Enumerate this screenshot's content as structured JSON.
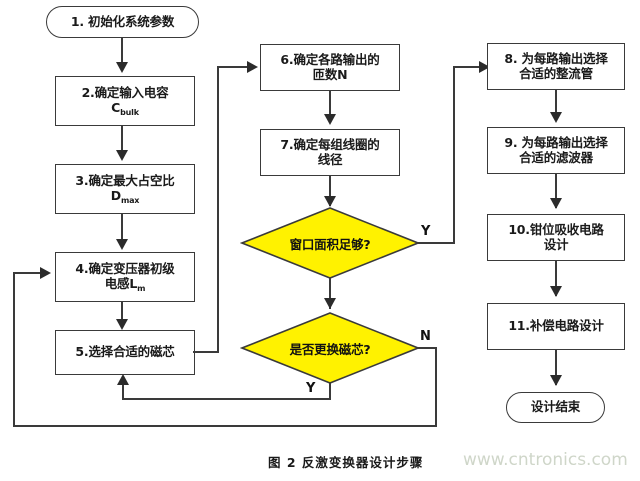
{
  "figure": {
    "caption": "图 2 反激变换器设计步骤",
    "watermark": "www.cntronics.com",
    "fill_decision": "#FFF200",
    "stroke": "#3a3a3a"
  },
  "nodes": {
    "start": {
      "id": "start",
      "shape": "terminator",
      "label": "1. 初始化系统参数"
    },
    "step2": {
      "id": "2",
      "shape": "process",
      "line1": "2.确定输入电容",
      "line2": "C",
      "sub2": "bulk"
    },
    "step3": {
      "id": "3",
      "shape": "process",
      "line1": "3.确定最大占空比",
      "line2": "D",
      "sub2": "max"
    },
    "step4": {
      "id": "4",
      "shape": "process",
      "line1": "4.确定变压器初级",
      "line2": "电感L",
      "sub2": "m"
    },
    "step5": {
      "id": "5",
      "shape": "process",
      "line1": "5.选择合适的磁芯",
      "line2": "",
      "sub2": ""
    },
    "step6": {
      "id": "6",
      "shape": "process",
      "line1": "6.确定各路输出的",
      "line2": "匝数N",
      "sub2": ""
    },
    "step7": {
      "id": "7",
      "shape": "process",
      "line1": "7.确定每组线圈的",
      "line2": "线径",
      "sub2": ""
    },
    "dec1": {
      "id": "d1",
      "shape": "decision",
      "label": "窗口面积足够?"
    },
    "dec2": {
      "id": "d2",
      "shape": "decision",
      "label": "是否更换磁芯?"
    },
    "step8": {
      "id": "8",
      "shape": "process",
      "line1": "8. 为每路输出选择",
      "line2": "合适的整流管",
      "sub2": ""
    },
    "step9": {
      "id": "9",
      "shape": "process",
      "line1": "9. 为每路输出选择",
      "line2": "合适的滤波器",
      "sub2": ""
    },
    "step10": {
      "id": "10",
      "shape": "process",
      "line1": "10.钳位吸收电路",
      "line2": "设计",
      "sub2": ""
    },
    "step11": {
      "id": "11",
      "shape": "process",
      "line1": "11.补偿电路设计",
      "line2": "",
      "sub2": ""
    },
    "end": {
      "id": "end",
      "shape": "terminator",
      "label": "设计结束"
    }
  },
  "branch_labels": {
    "dec1_yes": "Y",
    "dec2_no": "N",
    "dec2_yes": "Y"
  }
}
